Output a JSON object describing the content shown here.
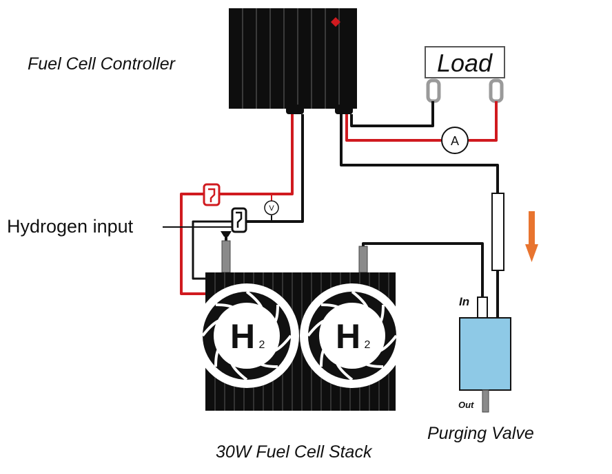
{
  "labels": {
    "controller": "Fuel Cell Controller",
    "load": "Load",
    "hydrogen_input": "Hydrogen input",
    "stack": "30W Fuel Cell Stack",
    "purging_valve": "Purging Valve",
    "in": "In",
    "out": "Out",
    "ammeter": "A",
    "voltmeter": "V",
    "h2_symbol": "H",
    "h2_subscript": "2"
  },
  "colors": {
    "wire_red": "#d01a1f",
    "wire_black": "#111111",
    "arrow": "#e8742f",
    "valve": "#8ec9e6",
    "led": "#d01a1f"
  },
  "icons": [
    "flow-arrow-down-icon",
    "h2-fan-icon",
    "terminal-icon",
    "ammeter-icon",
    "voltmeter-icon"
  ]
}
